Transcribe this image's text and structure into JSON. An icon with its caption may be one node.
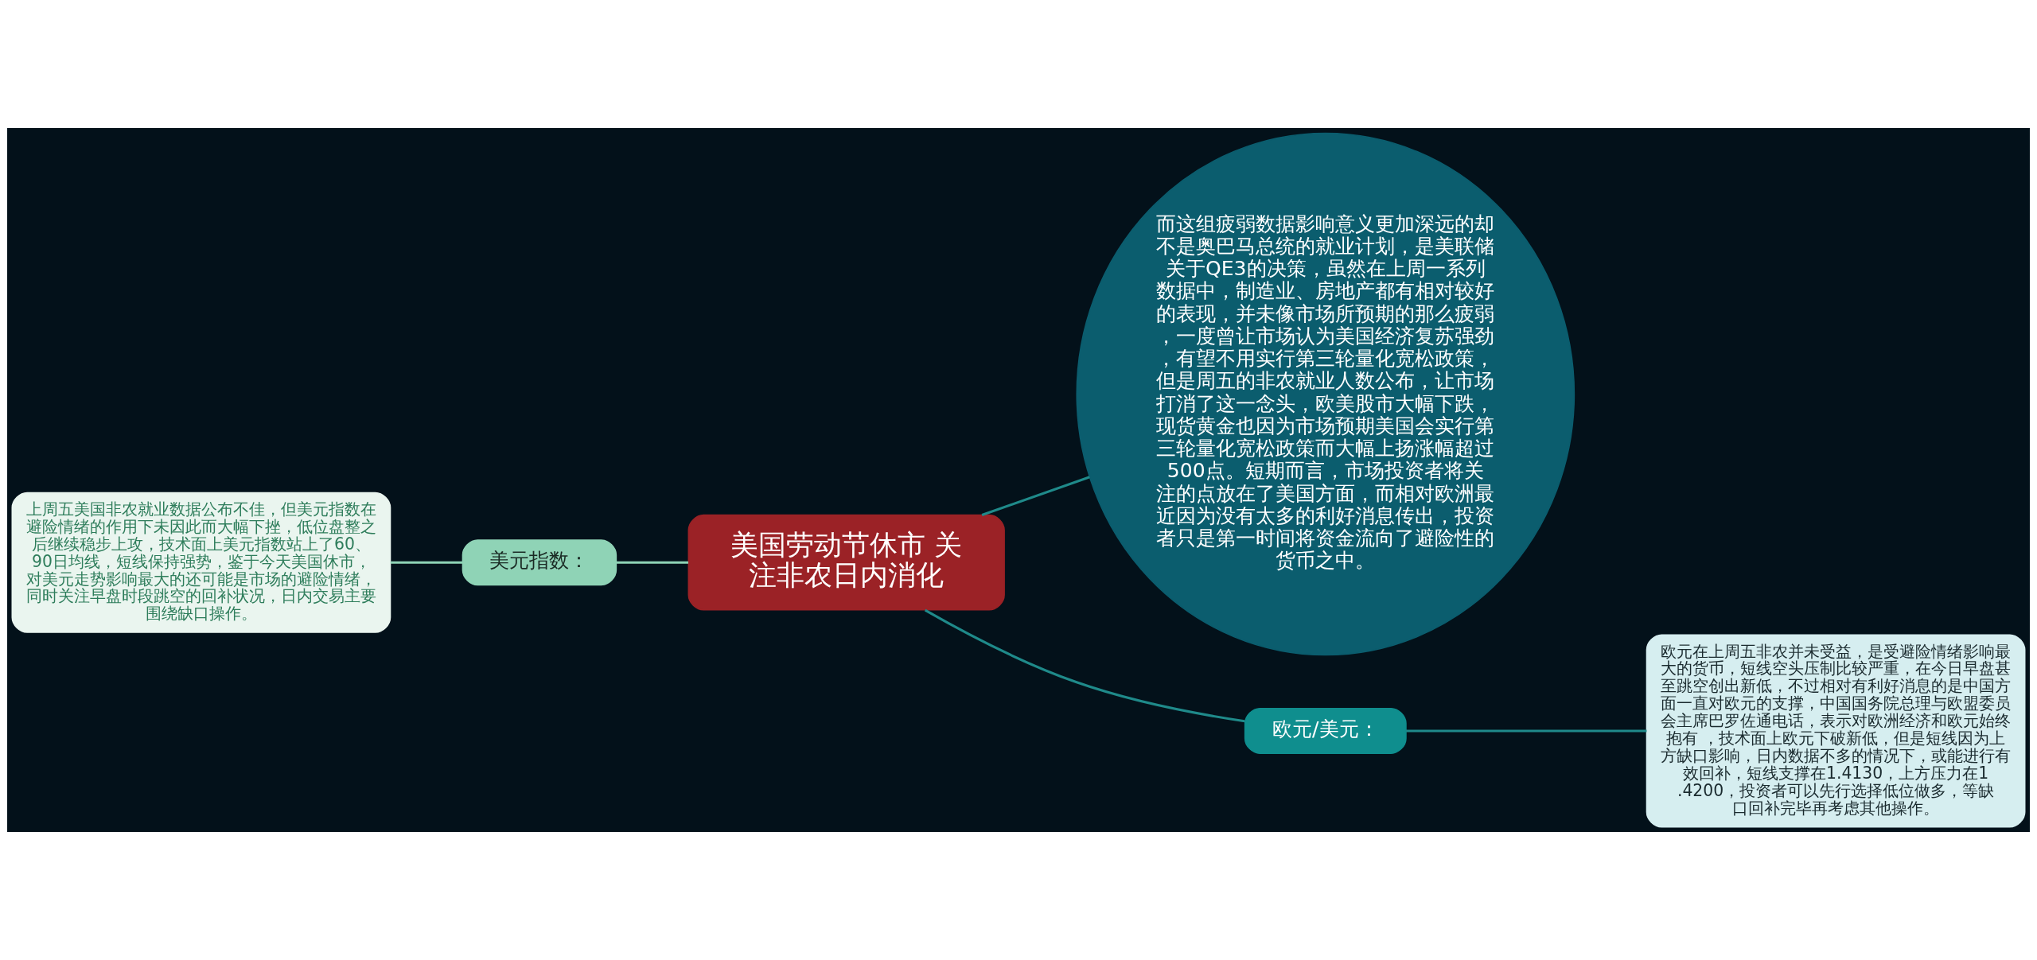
{
  "diagram": {
    "nodes": [
      {
        "text": [
          "美国劳动节休市 关注非农日内消化"
        ]
      },
      {
        "text": [
          "美元指数："
        ]
      },
      {
        "text": [
          "上周五美国非农就业数据公布不佳，但美元指数在避险情绪的作用下未因此而大幅下挫，低位盘整之后继续稳步上攻，技术面上美元指数站上了60、90日均线，短线保持强势，鉴于今天美国休市，对美元走势影响最大的还可能是市场的避险情绪，同时关注早盘时段跳空的回补状况，日内交易主要围绕缺口操作。"
        ]
      },
      {
        "text": [
          "而这组疲弱数据影响意义更加深远的却不是奥巴马总统的就业计划，是美联储关于QE3的决策，虽然在上周一系列数据中，制造业、房地产都有相对较好的表现，并未像市场所预期的那么疲弱，一度曾让市场认为美国经济复苏强劲，有望不用实行第三轮量化宽松政策，但是周五的非农就业人数公布，让市场打消了这一念头，欧美股市大幅下跌，现货黄金也因为市场预期美国会实行第三轮量化宽松政策而大幅上扬涨幅超过500点。短期而言，市场投资者将关注的点放在了美国方面，而相对欧洲最近因为没有太多的利好消息传出，投资者只是第一时间将资金流向了避险性的货币之中。"
        ]
      },
      {
        "text": [
          "欧元/美元："
        ]
      },
      {
        "text": [
          "欧元在上周五非农并未受益，是受避险情绪影响最大的货币，短线空头压制比较严重，在今日早盘甚至跳空创出新低，不过相对有利好消息的是中国方面一直对欧元的支撑，中国国务院总理与欧盟委员会主席巴罗佐通电话，表示对欧洲经济和欧元始终抱有 ，技术面上欧元下破新低，但是短线因为上方缺口影响，日内数据不多的情况下，或能进行有效回补，短线支撑在1.4130，上方压力在1.4200，投资者可以先行选择低位做多，等缺口回补完毕再考虑其他操作。"
        ]
      }
    ],
    "edges": [
      {
        "from": 0,
        "to": 1,
        "arrow": "none",
        "color": "#8fd3b6"
      },
      {
        "from": 1,
        "to": 2,
        "arrow": "none",
        "color": "#8fd3b6"
      },
      {
        "from": 0,
        "to": 3,
        "arrow": "none"
      },
      {
        "from": 0,
        "to": 4,
        "arrow": "none"
      },
      {
        "from": 4,
        "to": 5,
        "arrow": "none"
      }
    ]
  }
}
